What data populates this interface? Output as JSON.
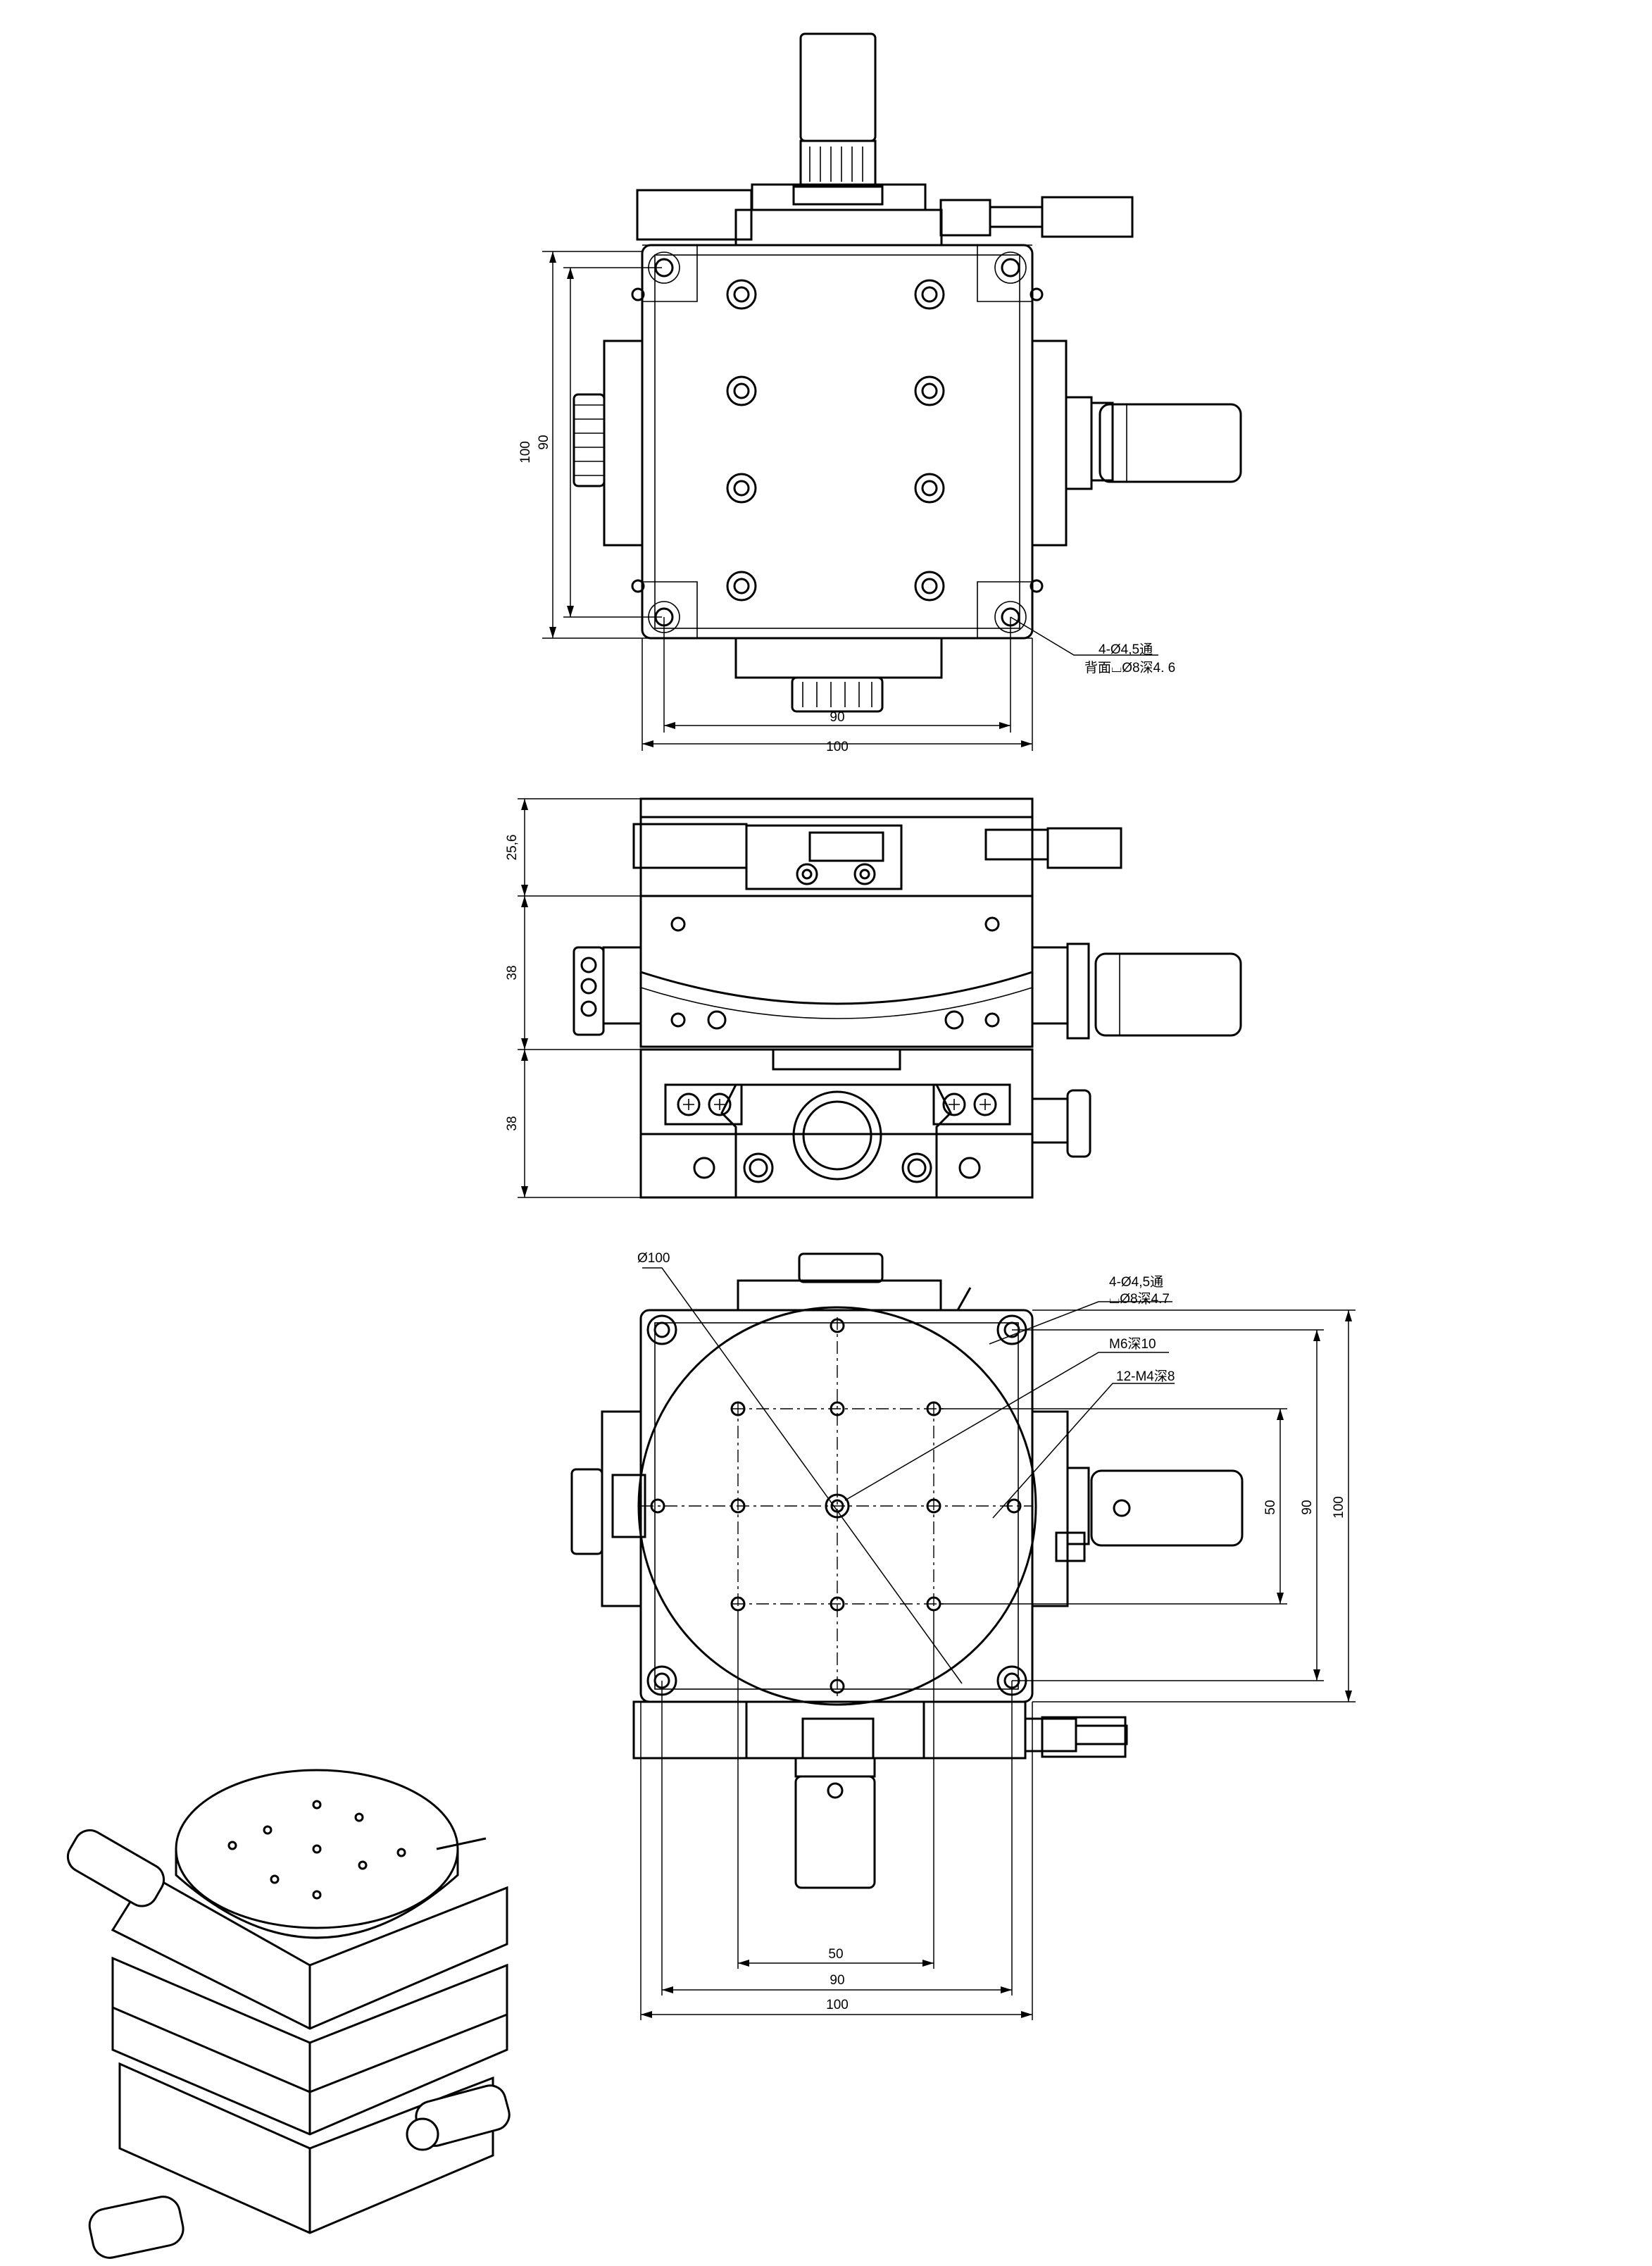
{
  "top_view": {
    "dims": {
      "h_outer": "100",
      "h_inner": "90",
      "v_outer": "100",
      "v_inner": "90"
    },
    "callout": {
      "line1": "4-Ø4,5通",
      "line2": "背面⌴Ø8深4. 6"
    }
  },
  "front_view": {
    "dims": {
      "top": "25,6",
      "mid": "38",
      "bottom": "38"
    }
  },
  "rotary_view": {
    "dims": {
      "diameter": "Ø100",
      "h_50": "50",
      "h_90": "90",
      "h_100": "100",
      "v_50": "50",
      "v_90": "90",
      "v_100": "100"
    },
    "callouts": {
      "holes": "4-Ø4,5通",
      "counterbore": "⌴Ø8深4.7",
      "center_thread": "M6深10",
      "thread_pattern": "12-M4深8"
    }
  }
}
